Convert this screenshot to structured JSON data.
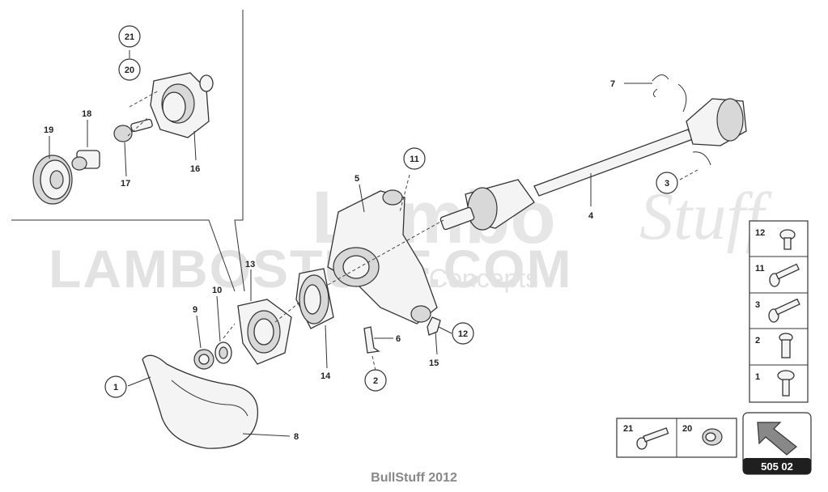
{
  "watermark": {
    "lambo": "Lambo",
    "stuff": "Stuff",
    "site": "LAMBOSTUFF.COM",
    "concepts": "Concepts"
  },
  "callouts": [
    "1",
    "2",
    "3",
    "4",
    "5",
    "6",
    "7",
    "8",
    "9",
    "10",
    "11",
    "12",
    "13",
    "14",
    "15",
    "16",
    "17",
    "18",
    "19",
    "20",
    "21"
  ],
  "legend_panel": {
    "items": [
      "12",
      "11",
      "3",
      "2",
      "1"
    ]
  },
  "bottom_panel": {
    "items": [
      "21",
      "20"
    ]
  },
  "page_code": "505 02",
  "footer": "BullStuff 2012"
}
